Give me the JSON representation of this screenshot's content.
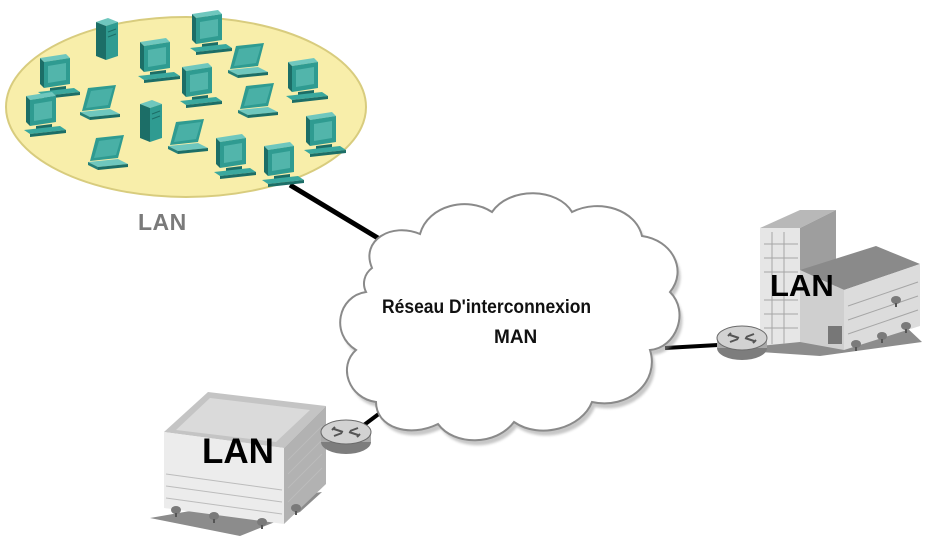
{
  "diagram": {
    "lan_left_label": "LAN",
    "man_line1": "Réseau D'interconnexion",
    "man_line2": "MAN",
    "lan_right_label": "LAN",
    "lan_bottom_label": "LAN",
    "colors": {
      "lan_ellipse_fill": "#f8eeaa",
      "lan_ellipse_stroke": "#d8cc7e",
      "device_teal": "#2f9b91",
      "device_dark": "#1c6e67",
      "cloud_fill": "#ffffff",
      "cloud_stroke": "#8a8a8a",
      "building_wall": "#e2e2e2",
      "building_roof": "#c4c4c4",
      "link_line": "#000000",
      "router_body": "#c8c8c8"
    },
    "icons": [
      "desktop-pc-icon",
      "laptop-icon",
      "tower-server-icon",
      "router-icon",
      "office-building-icon",
      "cloud-icon"
    ]
  }
}
